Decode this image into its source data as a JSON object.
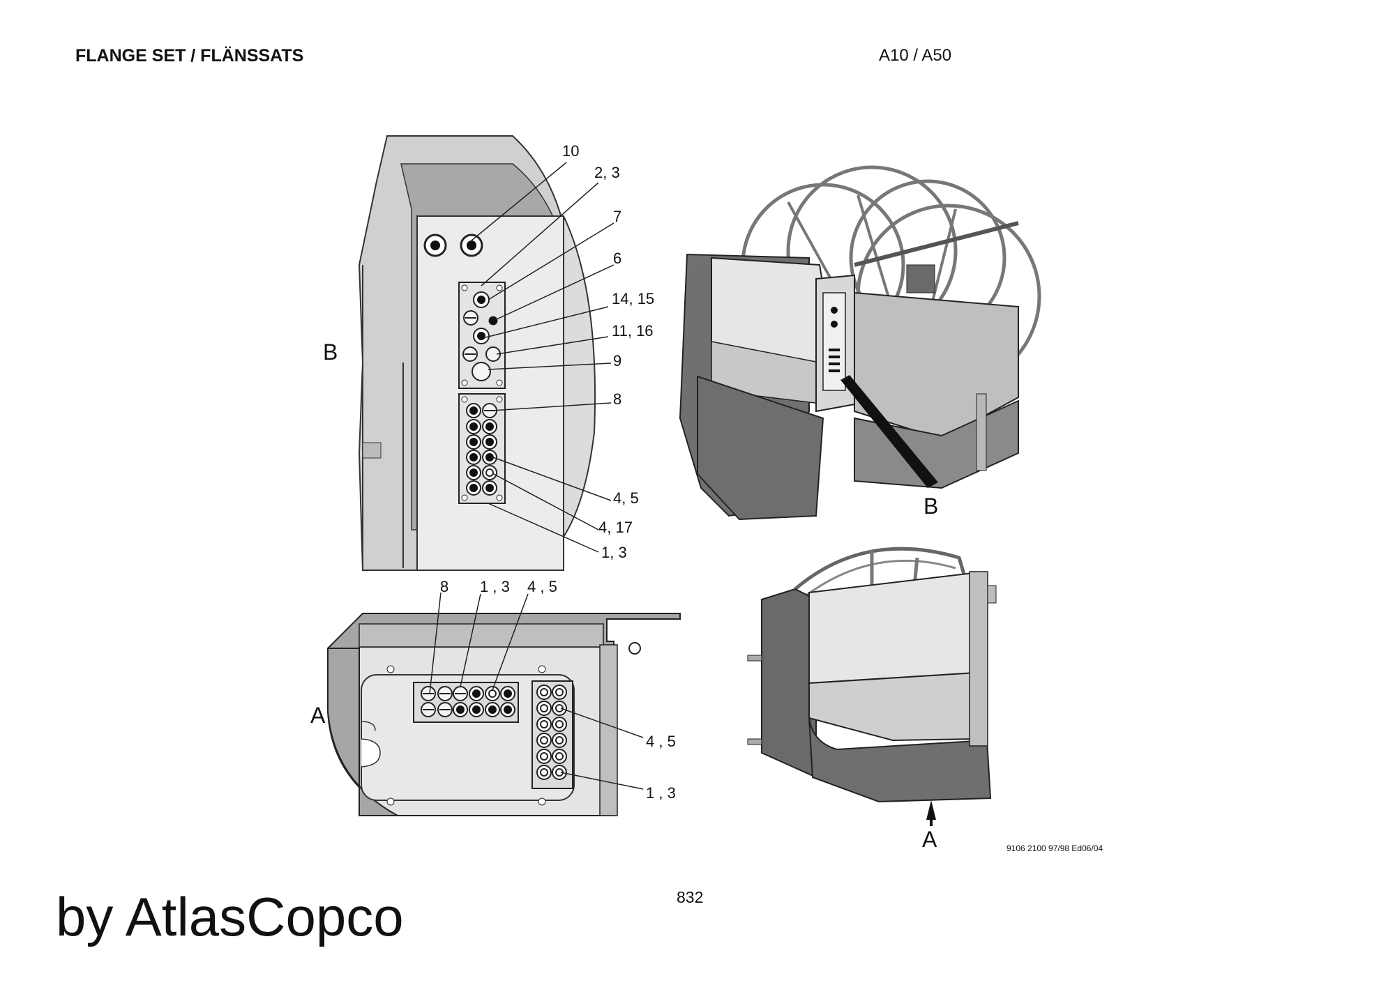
{
  "header": {
    "title": "FLANGE SET / FLÄNSSATS",
    "model": "A10 / A50"
  },
  "footer": {
    "page_number": "832",
    "doc_ref": "9106 2100 97/98 Ed06/04",
    "brand": "by AtlasCopco"
  },
  "view_b": {
    "view_label": "B",
    "callouts": [
      "10",
      "2, 3",
      "7",
      "6",
      "14, 15",
      "11, 16",
      "9",
      "8",
      "4, 5",
      "4, 17",
      "1, 3"
    ]
  },
  "view_a": {
    "view_label": "A",
    "top_callouts": [
      "8",
      "1 , 3",
      "4 , 5"
    ],
    "side_callouts": [
      "4 , 5",
      "1 , 3"
    ]
  },
  "perspective_view": {
    "marker": "B"
  },
  "side_view": {
    "marker": "A"
  }
}
